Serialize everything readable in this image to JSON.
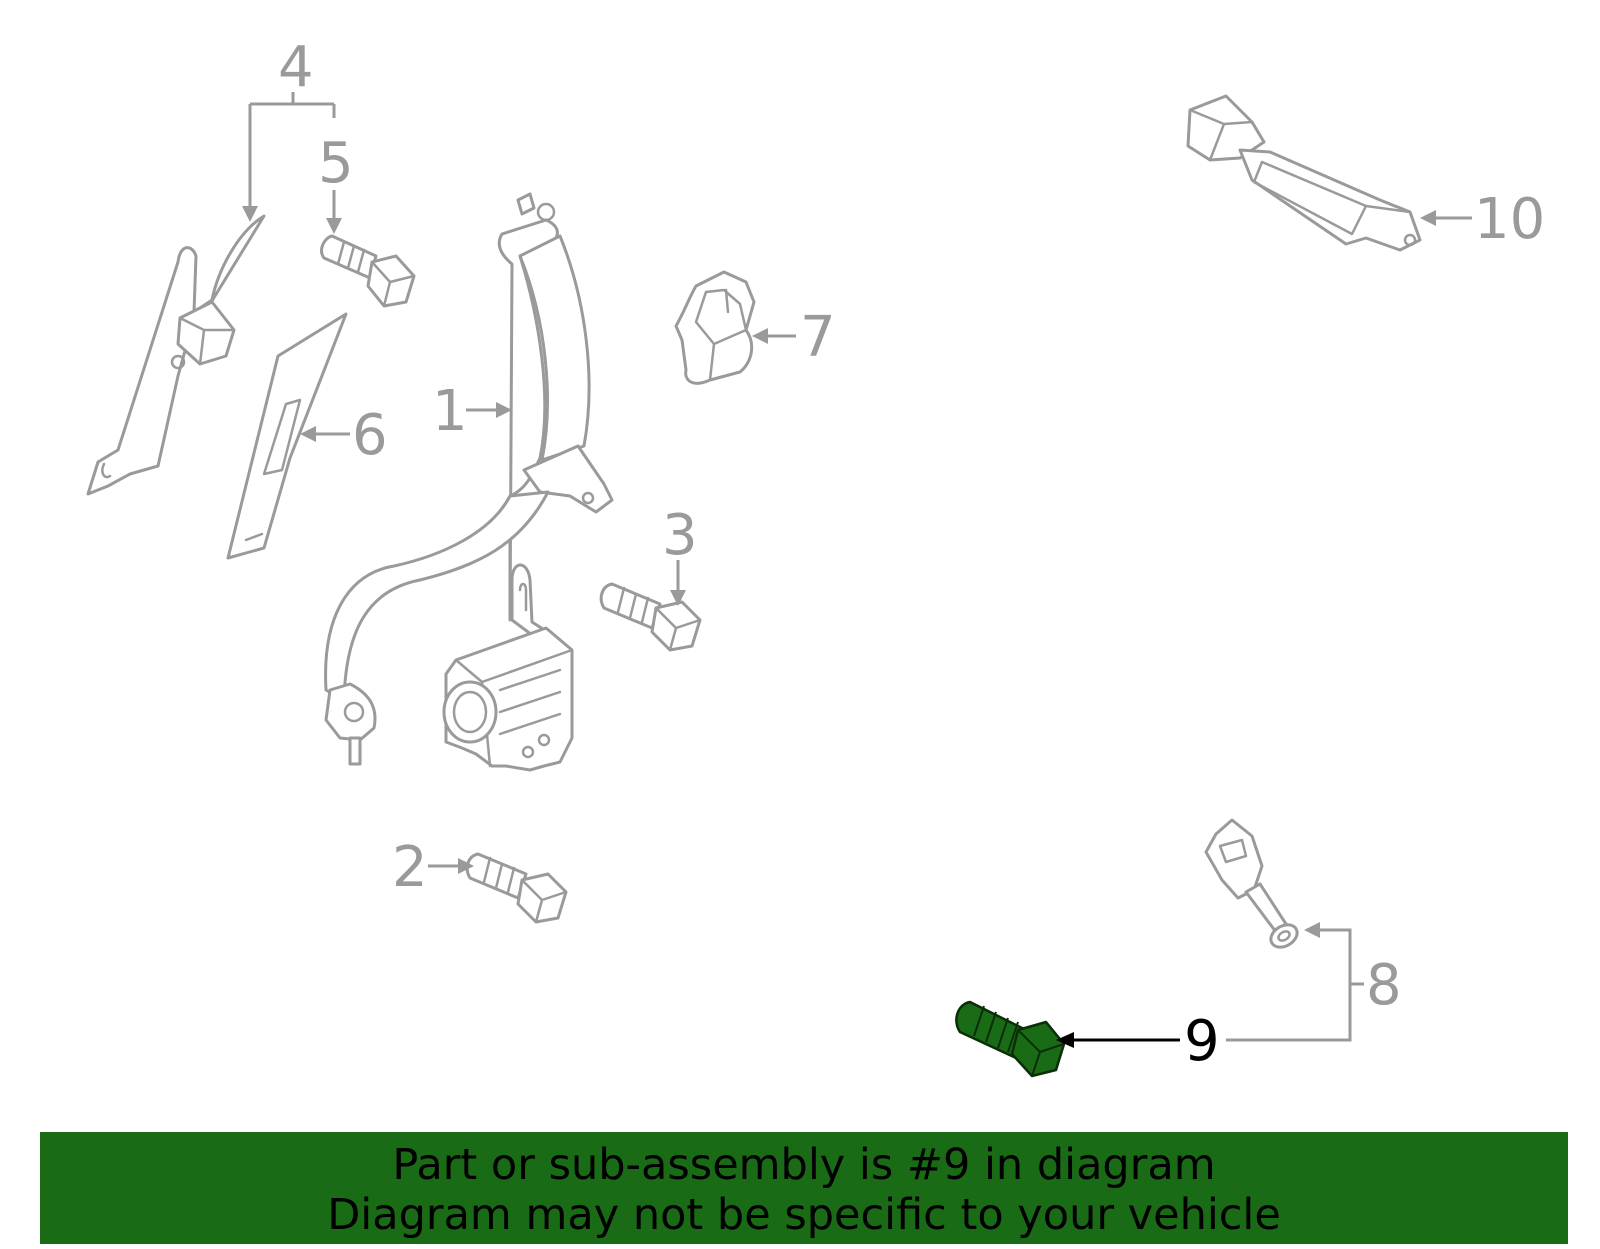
{
  "callouts": {
    "c1": "1",
    "c2": "2",
    "c3": "3",
    "c4": "4",
    "c5": "5",
    "c6": "6",
    "c7": "7",
    "c8": "8",
    "c9": "9",
    "c10": "10"
  },
  "highlighted_part": "9",
  "colors": {
    "highlight": "#1a6b16",
    "parts": "#9a9a9a",
    "active_callout": "#000000"
  },
  "banner": {
    "line1": "Part or sub-assembly is #9 in diagram",
    "line2": "Diagram may not be specific to your vehicle"
  }
}
